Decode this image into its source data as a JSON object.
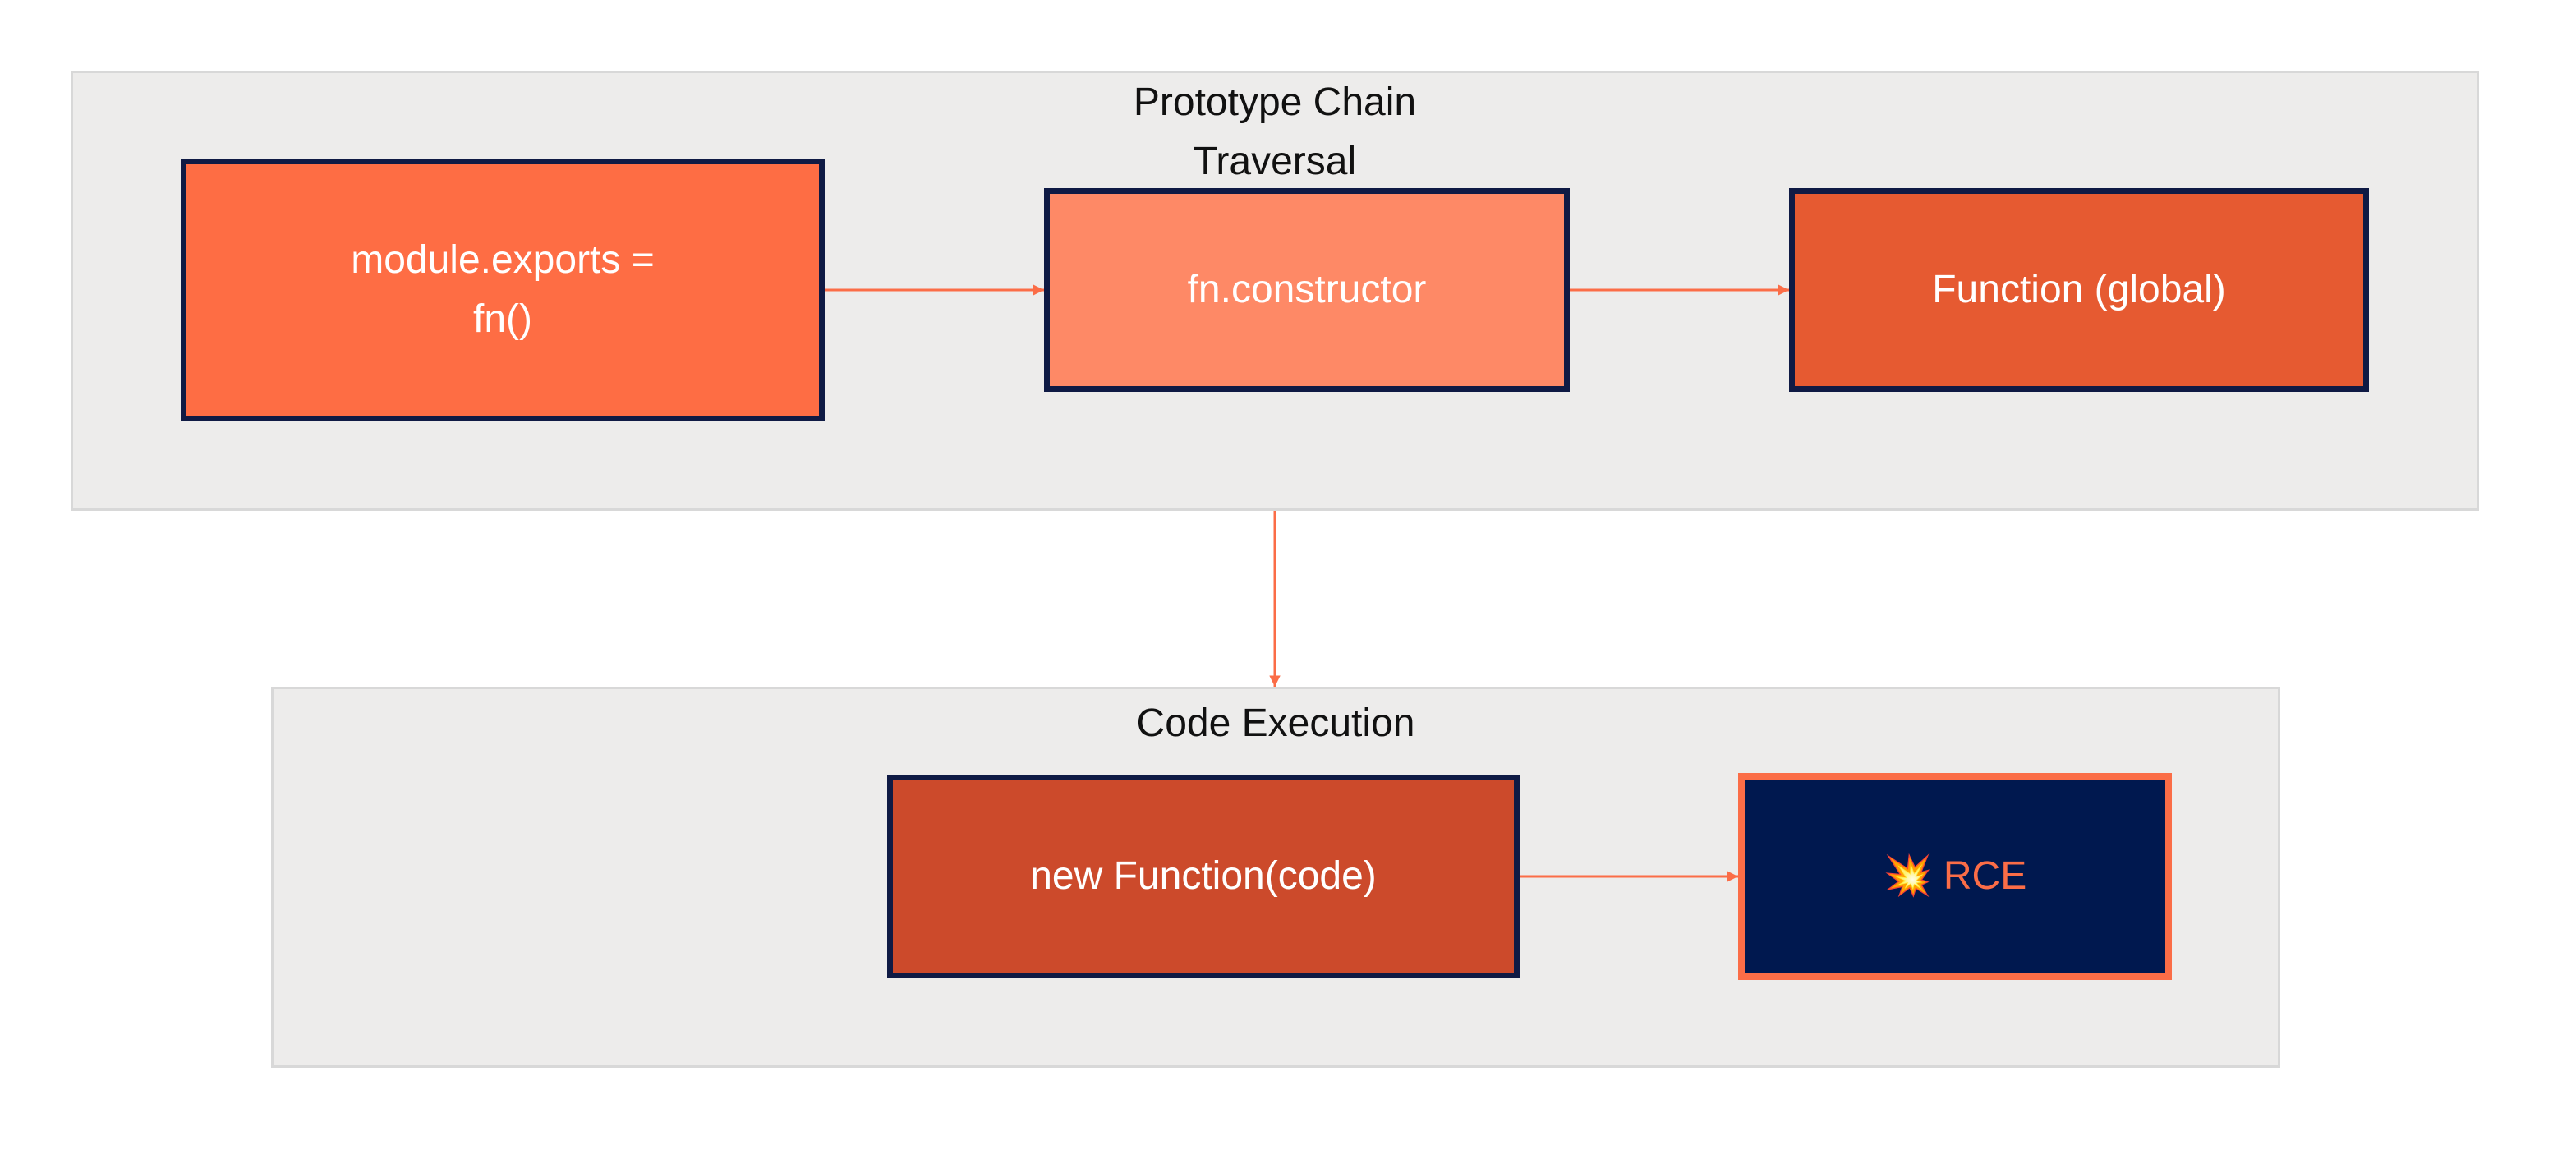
{
  "colors": {
    "edge": "#fb6d47",
    "cluster_bg": "#edeceb",
    "node_border": "#0f1a44",
    "node_module": "#fe6d44",
    "node_constructor": "#fe8966",
    "node_function_global": "#e65a31",
    "node_new_function": "#cc4a2b",
    "node_rce_fill": "#00184f",
    "node_rce_border": "#fb6d47",
    "node_rce_text": "#fb6d47"
  },
  "clusters": {
    "prototype_chain": {
      "title": "Prototype Chain\nTraversal"
    },
    "code_execution": {
      "title": "Code Execution"
    }
  },
  "nodes": {
    "module_exports": {
      "label": "module.exports =\nfn()"
    },
    "fn_constructor": {
      "label": "fn.constructor"
    },
    "function_global": {
      "label": "Function (global)"
    },
    "new_function": {
      "label": "new Function(code)"
    },
    "rce": {
      "label": "💥 RCE",
      "icon": "explosion-icon"
    }
  },
  "edges": [
    {
      "from": "module_exports",
      "to": "fn_constructor"
    },
    {
      "from": "fn_constructor",
      "to": "function_global"
    },
    {
      "from": "prototype_chain",
      "to": "code_execution"
    },
    {
      "from": "new_function",
      "to": "rce"
    }
  ]
}
